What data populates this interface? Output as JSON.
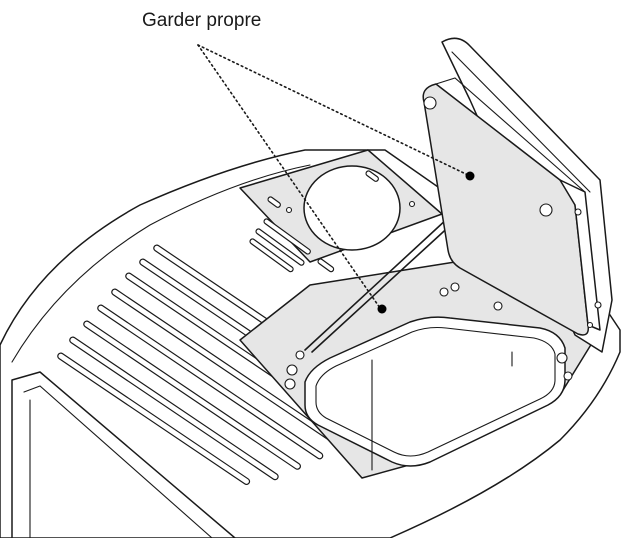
{
  "callout": {
    "label": "Garder propre",
    "targets": [
      "hopper-lid-inner-surface",
      "hopper-opening-frame"
    ]
  },
  "colors": {
    "line": "#1a1a1a",
    "panel_fill": "#e6e6e6",
    "background": "#ffffff"
  }
}
